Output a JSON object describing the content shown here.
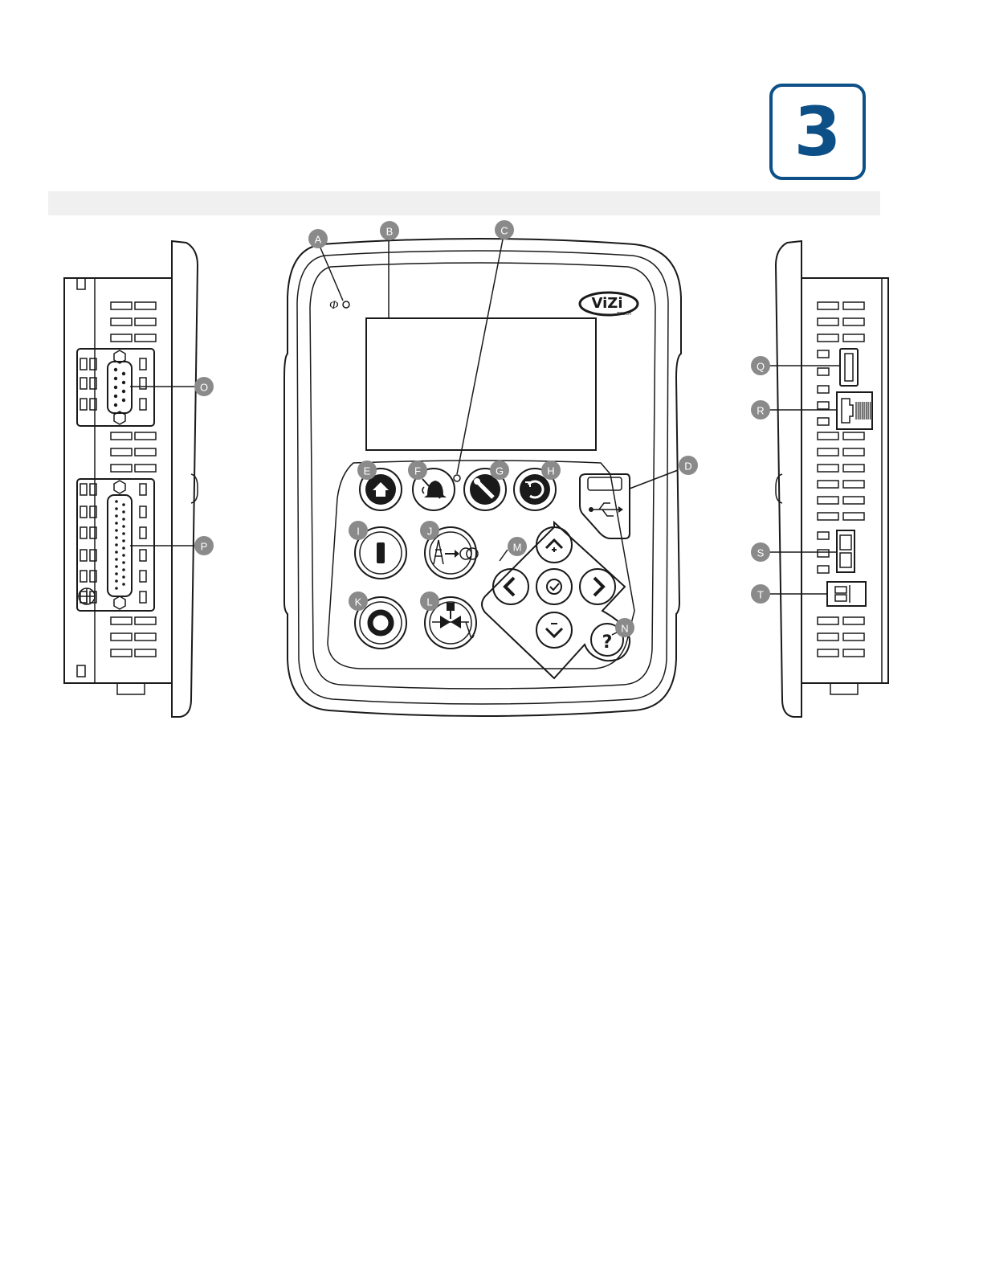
{
  "page_badge": "3",
  "brand_logo": {
    "main": "ViZi",
    "sub": "TOUCH"
  },
  "callouts": [
    "A",
    "B",
    "C",
    "D",
    "E",
    "F",
    "G",
    "H",
    "I",
    "J",
    "K",
    "L",
    "M",
    "N",
    "O",
    "P",
    "Q",
    "R",
    "S",
    "T"
  ],
  "button_symbols": {
    "help": "?"
  },
  "icons": {
    "home": "home-icon",
    "alarm_mute": "alarm-mute-icon",
    "settings": "wrench-gear-icon",
    "reset": "reset-icon",
    "start": "start-icon",
    "mains": "mains-transfer-icon",
    "stop": "stop-icon",
    "generator": "generator-breaker-icon",
    "usb": "usb-icon"
  },
  "colors": {
    "badge_blue": "#0d4f87",
    "callout_gray": "#8a8a8a",
    "line": "#1a1a1a"
  }
}
